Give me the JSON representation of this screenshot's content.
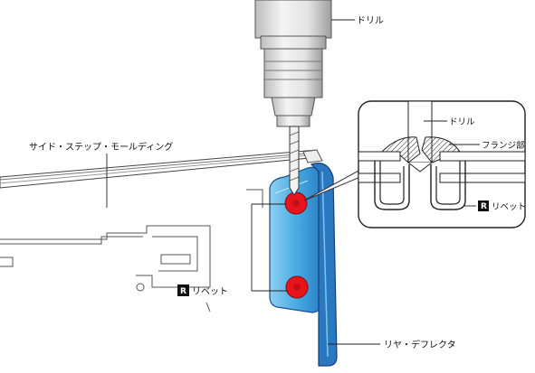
{
  "labels": {
    "drill": "ドリル",
    "drill_detail": "ドリル",
    "flange": "フランジ部",
    "side_molding": "サイド・ステップ・モールディング",
    "rivet_badge": "R",
    "rivet_main": "リベット",
    "rivet_detail": "リベット",
    "rear_deflector": "リヤ・デフレクタ"
  },
  "colors": {
    "deflector_fill": "#3fa8e0",
    "deflector_edge": "#1d4f8f",
    "rivet_marker": "#e8141c",
    "badge_bg": "#111111",
    "line": "#222222"
  }
}
